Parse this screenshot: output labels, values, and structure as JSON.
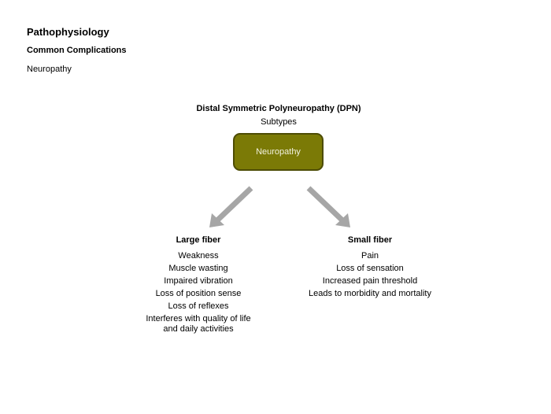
{
  "header": {
    "section": "Pathophysiology",
    "subsection": "Common Complications",
    "topic": "Neuropathy"
  },
  "diagram": {
    "title": "Distal Symmetric Polyneuropathy (DPN)",
    "subtitle": "Subtypes",
    "center_label": "Neuropathy",
    "left": {
      "heading": "Large fiber",
      "items": [
        "Weakness",
        "Muscle wasting",
        "Impaired vibration",
        "Loss of position sense",
        "Loss of reflexes",
        "Interferes with quality of life",
        "and daily activities"
      ]
    },
    "right": {
      "heading": "Small fiber",
      "items": [
        "Pain",
        "Loss of sensation",
        "Increased pain threshold",
        "Leads to morbidity and mortality"
      ]
    }
  },
  "colors": {
    "box_fill": "#7b7a06",
    "box_border": "#4d4c04",
    "arrow": "#a6a6a6"
  }
}
